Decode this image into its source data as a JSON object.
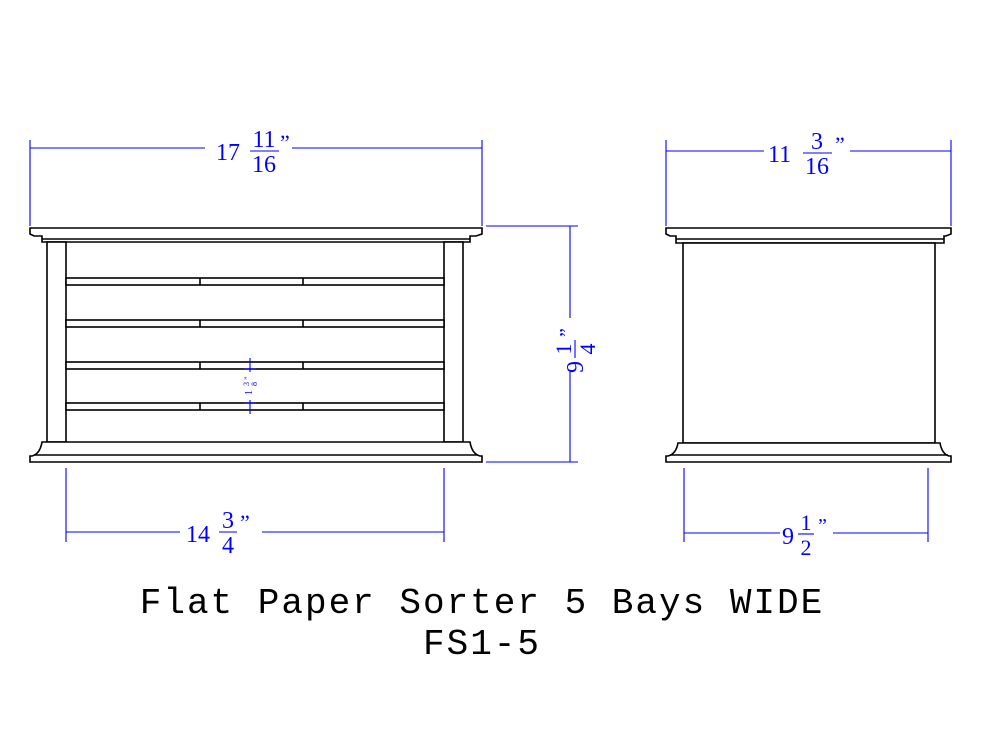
{
  "colors": {
    "dimension": "#0000ff",
    "object": "#000000"
  },
  "front_view": {
    "width_dim": {
      "whole": "17",
      "num": "11",
      "den": "16",
      "unit": "”"
    },
    "height_dim": {
      "whole": "9",
      "num": "1",
      "den": "4",
      "unit": "”"
    },
    "inner_width_dim": {
      "whole": "14",
      "num": "3",
      "den": "4",
      "unit": "”"
    },
    "bay_gap_dim": {
      "whole": "1",
      "num": "3",
      "den": "8",
      "unit": "”"
    }
  },
  "side_view": {
    "depth_dim": {
      "whole": "11",
      "num": "3",
      "den": "16",
      "unit": "”"
    },
    "inner_depth_dim": {
      "whole": "9",
      "num": "1",
      "den": "2",
      "unit": "”"
    }
  },
  "title": {
    "line1": "Flat Paper Sorter 5 Bays WIDE",
    "line2": "FS1-5"
  }
}
